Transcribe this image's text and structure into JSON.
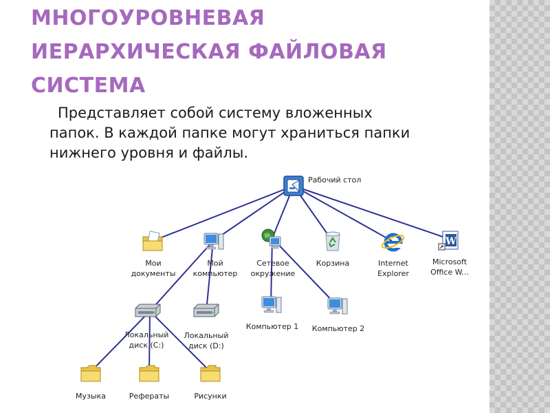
{
  "title": {
    "lines": [
      "МНОГОУРОВНЕВАЯ",
      "ИЕРАРХИЧЕСКАЯ ФАЙЛОВАЯ",
      "СИСТЕМА"
    ],
    "color": "#a569bd"
  },
  "subtitle": {
    "lines": [
      "Представляет собой систему вложенных",
      "папок. В каждой папке могут храниться папки",
      "нижнего уровня и файлы."
    ]
  },
  "diagram": {
    "connector_color": "#2e3192",
    "nodes": {
      "desktop": {
        "label_lines": [
          "Рабочий стол"
        ],
        "icon": "desktop-icon"
      },
      "my_documents": {
        "label_lines": [
          "Мои",
          "документы"
        ],
        "icon": "documents-folder-icon"
      },
      "my_computer": {
        "label_lines": [
          "Мой",
          "компьютер"
        ],
        "icon": "computer-icon"
      },
      "network": {
        "label_lines": [
          "Сетевое",
          "окружение"
        ],
        "icon": "network-icon"
      },
      "recycle_bin": {
        "label_lines": [
          "Корзина"
        ],
        "icon": "recycle-bin-icon"
      },
      "ie": {
        "label_lines": [
          "Internet",
          "Explorer"
        ],
        "icon": "internet-explorer-icon"
      },
      "word": {
        "label_lines": [
          "Microsoft",
          "Office W..."
        ],
        "icon": "word-shortcut-icon"
      },
      "disk_c": {
        "label_lines": [
          "Локальный",
          "диск (C:)"
        ],
        "icon": "hard-drive-icon"
      },
      "disk_d": {
        "label_lines": [
          "Локальный",
          "диск (D:)"
        ],
        "icon": "hard-drive-icon"
      },
      "computer1": {
        "label_lines": [
          "Компьютер 1"
        ],
        "icon": "computer-icon"
      },
      "computer2": {
        "label_lines": [
          "Компьютер 2"
        ],
        "icon": "computer-icon"
      },
      "music": {
        "label_lines": [
          "Музыка"
        ],
        "icon": "folder-icon"
      },
      "essays": {
        "label_lines": [
          "Рефераты"
        ],
        "icon": "folder-icon"
      },
      "pictures": {
        "label_lines": [
          "Рисунки"
        ],
        "icon": "folder-icon"
      }
    },
    "edges": [
      [
        "desktop",
        "my_documents"
      ],
      [
        "desktop",
        "my_computer"
      ],
      [
        "desktop",
        "network"
      ],
      [
        "desktop",
        "recycle_bin"
      ],
      [
        "desktop",
        "ie"
      ],
      [
        "desktop",
        "word"
      ],
      [
        "my_computer",
        "disk_c"
      ],
      [
        "my_computer",
        "disk_d"
      ],
      [
        "network",
        "computer1"
      ],
      [
        "network",
        "computer2"
      ],
      [
        "disk_c",
        "music"
      ],
      [
        "disk_c",
        "essays"
      ],
      [
        "disk_c",
        "pictures"
      ]
    ]
  }
}
